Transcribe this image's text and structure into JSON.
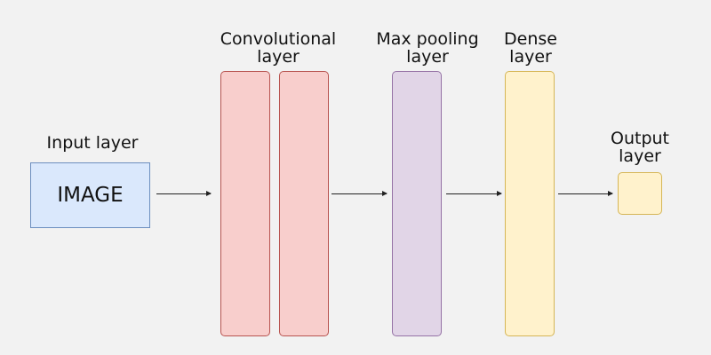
{
  "labels": {
    "input": "Input layer",
    "image": "IMAGE",
    "conv_line1": "Convolutional",
    "conv_line2": "layer",
    "pool_line1": "Max pooling",
    "pool_line2": "layer",
    "dense_line1": "Dense",
    "dense_line2": "layer",
    "output_line1": "Output",
    "output_line2": "layer"
  },
  "colors": {
    "input_fill": "#dae8fc",
    "input_stroke": "#6c8ebf",
    "conv_fill": "#f8cecc",
    "conv_stroke": "#b85450",
    "pool_fill": "#e1d5e7",
    "pool_stroke": "#9673a6",
    "dense_fill": "#fff2cc",
    "dense_stroke": "#d6b656"
  }
}
